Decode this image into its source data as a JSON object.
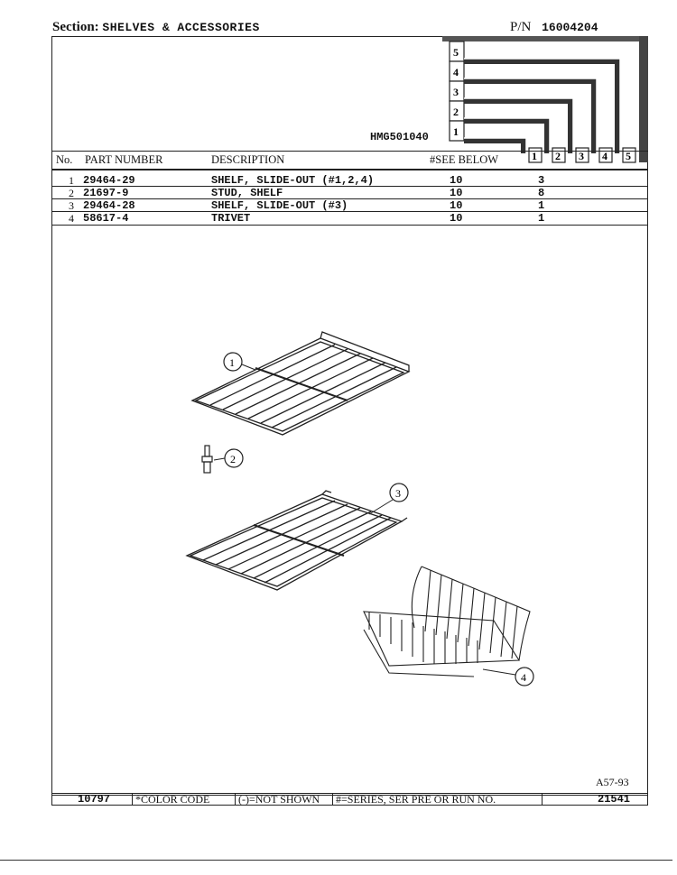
{
  "header": {
    "section_label": "Section:",
    "section_value": "SHELVES & ACCESSORIES",
    "pn_label": "P/N",
    "pn_value": "16004204"
  },
  "model_code": "HMG501040",
  "series_grid": {
    "left_numbers": [
      "5",
      "4",
      "3",
      "2",
      "1"
    ],
    "bottom_numbers": [
      "1",
      "2",
      "3",
      "4",
      "5"
    ]
  },
  "columns": {
    "no": "No.",
    "part_number": "PART NUMBER",
    "description": "DESCRIPTION",
    "see_below": "#SEE BELOW"
  },
  "parts": [
    {
      "no": "1",
      "part_number": "29464-29",
      "description": "SHELF, SLIDE-OUT (#1,2,4)",
      "series": "10",
      "qty": "3"
    },
    {
      "no": "2",
      "part_number": "21697-9",
      "description": "STUD, SHELF",
      "series": "10",
      "qty": "8"
    },
    {
      "no": "3",
      "part_number": "29464-28",
      "description": "SHELF, SLIDE-OUT (#3)",
      "series": "10",
      "qty": "1"
    },
    {
      "no": "4",
      "part_number": "58617-4",
      "description": "TRIVET",
      "series": "10",
      "qty": "1"
    }
  ],
  "callouts": [
    "1",
    "2",
    "3",
    "4"
  ],
  "drawing_no": "A57-93",
  "footer": {
    "date_code": "10797",
    "color_code": "*COLOR CODE",
    "not_shown": "(-)=NOT SHOWN",
    "series_note": "#=SERIES, SER PRE OR RUN NO.",
    "page_no": "21541"
  }
}
